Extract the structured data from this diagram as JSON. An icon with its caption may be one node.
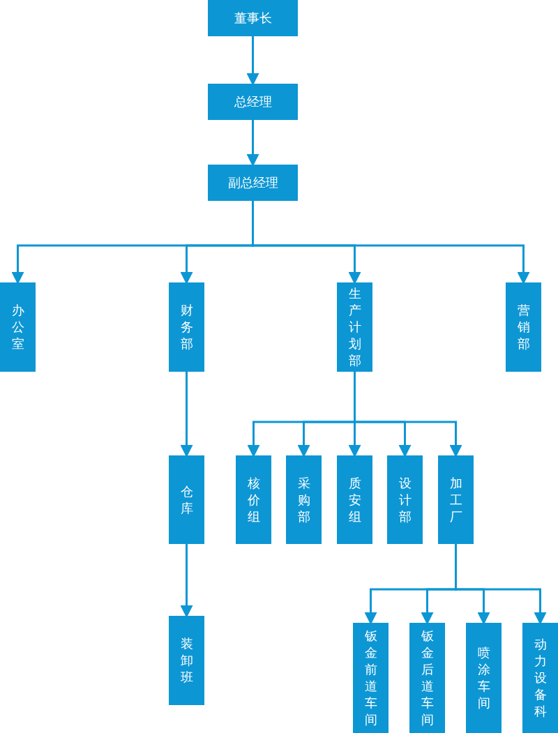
{
  "diagram": {
    "nodes": [
      {
        "text": [
          "董事长"
        ]
      },
      {
        "text": [
          "总经理"
        ]
      },
      {
        "text": [
          "副总经理"
        ]
      },
      {
        "text": [
          "办公室"
        ]
      },
      {
        "text": [
          "财务部"
        ]
      },
      {
        "text": [
          "生产计划部"
        ]
      },
      {
        "text": [
          "营销部"
        ]
      },
      {
        "text": [
          "仓库"
        ]
      },
      {
        "text": [
          "装卸班"
        ]
      },
      {
        "text": [
          "核价组"
        ]
      },
      {
        "text": [
          "采购部"
        ]
      },
      {
        "text": [
          "质安组"
        ]
      },
      {
        "text": [
          "设计部"
        ]
      },
      {
        "text": [
          "加工厂"
        ]
      },
      {
        "text": [
          "钣金前道车间"
        ]
      },
      {
        "text": [
          "钣金后道车间"
        ]
      },
      {
        "text": [
          "喷涂车间"
        ]
      },
      {
        "text": [
          "动力设备科"
        ]
      }
    ],
    "edges": [
      {
        "from": 0,
        "to": 1,
        "arrow": "to"
      },
      {
        "from": 1,
        "to": 2,
        "arrow": "to"
      },
      {
        "from": 2,
        "to": 3,
        "arrow": "to"
      },
      {
        "from": 2,
        "to": 4,
        "arrow": "to"
      },
      {
        "from": 2,
        "to": 5,
        "arrow": "to"
      },
      {
        "from": 2,
        "to": 6,
        "arrow": "to"
      },
      {
        "from": 4,
        "to": 7,
        "arrow": "to"
      },
      {
        "from": 7,
        "to": 8,
        "arrow": "to"
      },
      {
        "from": 5,
        "to": 9,
        "arrow": "to"
      },
      {
        "from": 5,
        "to": 10,
        "arrow": "to"
      },
      {
        "from": 5,
        "to": 11,
        "arrow": "to"
      },
      {
        "from": 5,
        "to": 12,
        "arrow": "to"
      },
      {
        "from": 5,
        "to": 13,
        "arrow": "to"
      },
      {
        "from": 13,
        "to": 14,
        "arrow": "to"
      },
      {
        "from": 13,
        "to": 15,
        "arrow": "to"
      },
      {
        "from": 13,
        "to": 16,
        "arrow": "to"
      },
      {
        "from": 13,
        "to": 17,
        "arrow": "to"
      }
    ]
  }
}
